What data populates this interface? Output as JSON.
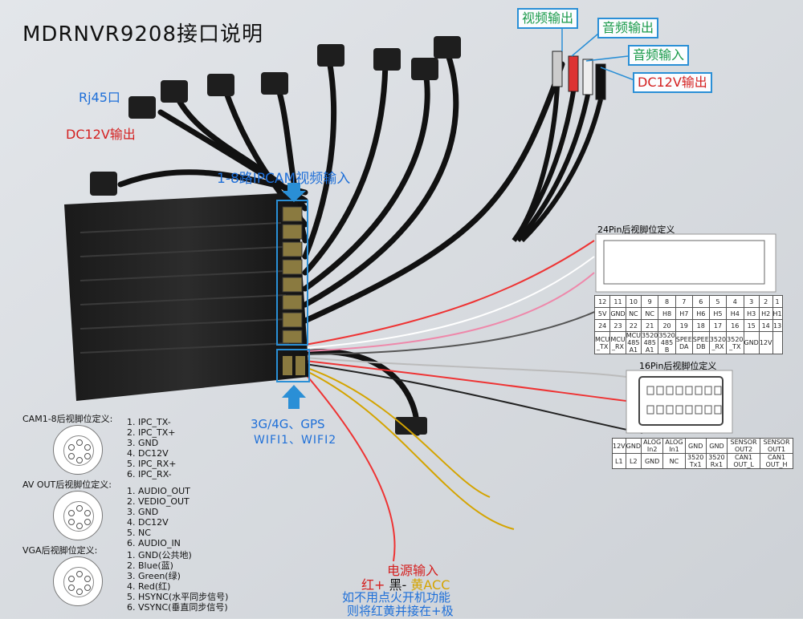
{
  "title": "MDRNVR9208接口说明",
  "labels": {
    "video_out": "视频输出",
    "audio_out": "音频输出",
    "audio_in": "音频输入",
    "dc12v_out_right": "DC12V输出",
    "rj45": "Rj45口",
    "dc12v_out_left": "DC12V输出",
    "ipcam_input": "1-8路IPCAM视频输入",
    "g3g4_gps": "3G/4G、GPS",
    "wifi": "WIFI1、WIFI2",
    "power_input": "电源输入",
    "power_colors_red": "红+",
    "power_colors_black": "黑-",
    "power_colors_yellow": "黄ACC",
    "power_note_1": "如不用点火开机功能",
    "power_note_2": "则将红黄并接在+极"
  },
  "pin24": {
    "title": "24Pin后视脚位定义",
    "row1": [
      "12",
      "11",
      "10",
      "9",
      "8",
      "7",
      "6",
      "5",
      "4",
      "3",
      "2",
      "1"
    ],
    "row2": [
      "5V",
      "GND",
      "NC",
      "NC",
      "H8",
      "H7",
      "H6",
      "H5",
      "H4",
      "H3",
      "H2",
      "H1"
    ],
    "row3": [
      "24",
      "23",
      "22",
      "21",
      "20",
      "19",
      "18",
      "17",
      "16",
      "15",
      "14",
      "13"
    ],
    "row4": [
      "MCU _TX",
      "MCU _RX",
      "MCU 485 A1",
      "3520 485 A1",
      "3520 485 B",
      "SPEE DA",
      "SPEE DB",
      "3520 _RX",
      "3520 _TX",
      "GND",
      "12V",
      ""
    ]
  },
  "pin16": {
    "title": "16Pin后视脚位定义",
    "row1": [
      "12V",
      "GND",
      "ALOG In2",
      "ALOG In1",
      "GND",
      "GND",
      "SENSOR OUT2",
      "SENSOR OUT1"
    ],
    "row2": [
      "L1",
      "L2",
      "GND",
      "NC",
      "3520 Tx1",
      "3520 Rx1",
      "CAN1 OUT_L",
      "CAN1 OUT_H"
    ]
  },
  "cam_section": {
    "title": "CAM1-8后视脚位定义:",
    "pins": [
      "1. IPC_TX-",
      "2. IPC_TX+",
      "3. GND",
      "4. DC12V",
      "5. IPC_RX+",
      "6. IPC_RX-"
    ]
  },
  "av_section": {
    "title": "AV OUT后视脚位定义:",
    "pins": [
      "1. AUDIO_OUT",
      "2. VEDIO_OUT",
      "3. GND",
      "4. DC12V",
      "5. NC",
      "6. AUDIO_IN"
    ]
  },
  "vga_section": {
    "title": "VGA后视脚位定义:",
    "pins": [
      "1. GND(公共地)",
      "2. Blue(蓝)",
      "3. Green(绿)",
      "4. Red(红)",
      "5. HSYNC(水平同步信号)",
      "6. VSYNC(垂直同步信号)"
    ]
  },
  "colors": {
    "accent_blue": "#2a8fd6",
    "label_red": "#d42020",
    "label_blue": "#1e6fd8",
    "label_green": "#1a9a4a",
    "acc_yellow": "#d4a400"
  }
}
